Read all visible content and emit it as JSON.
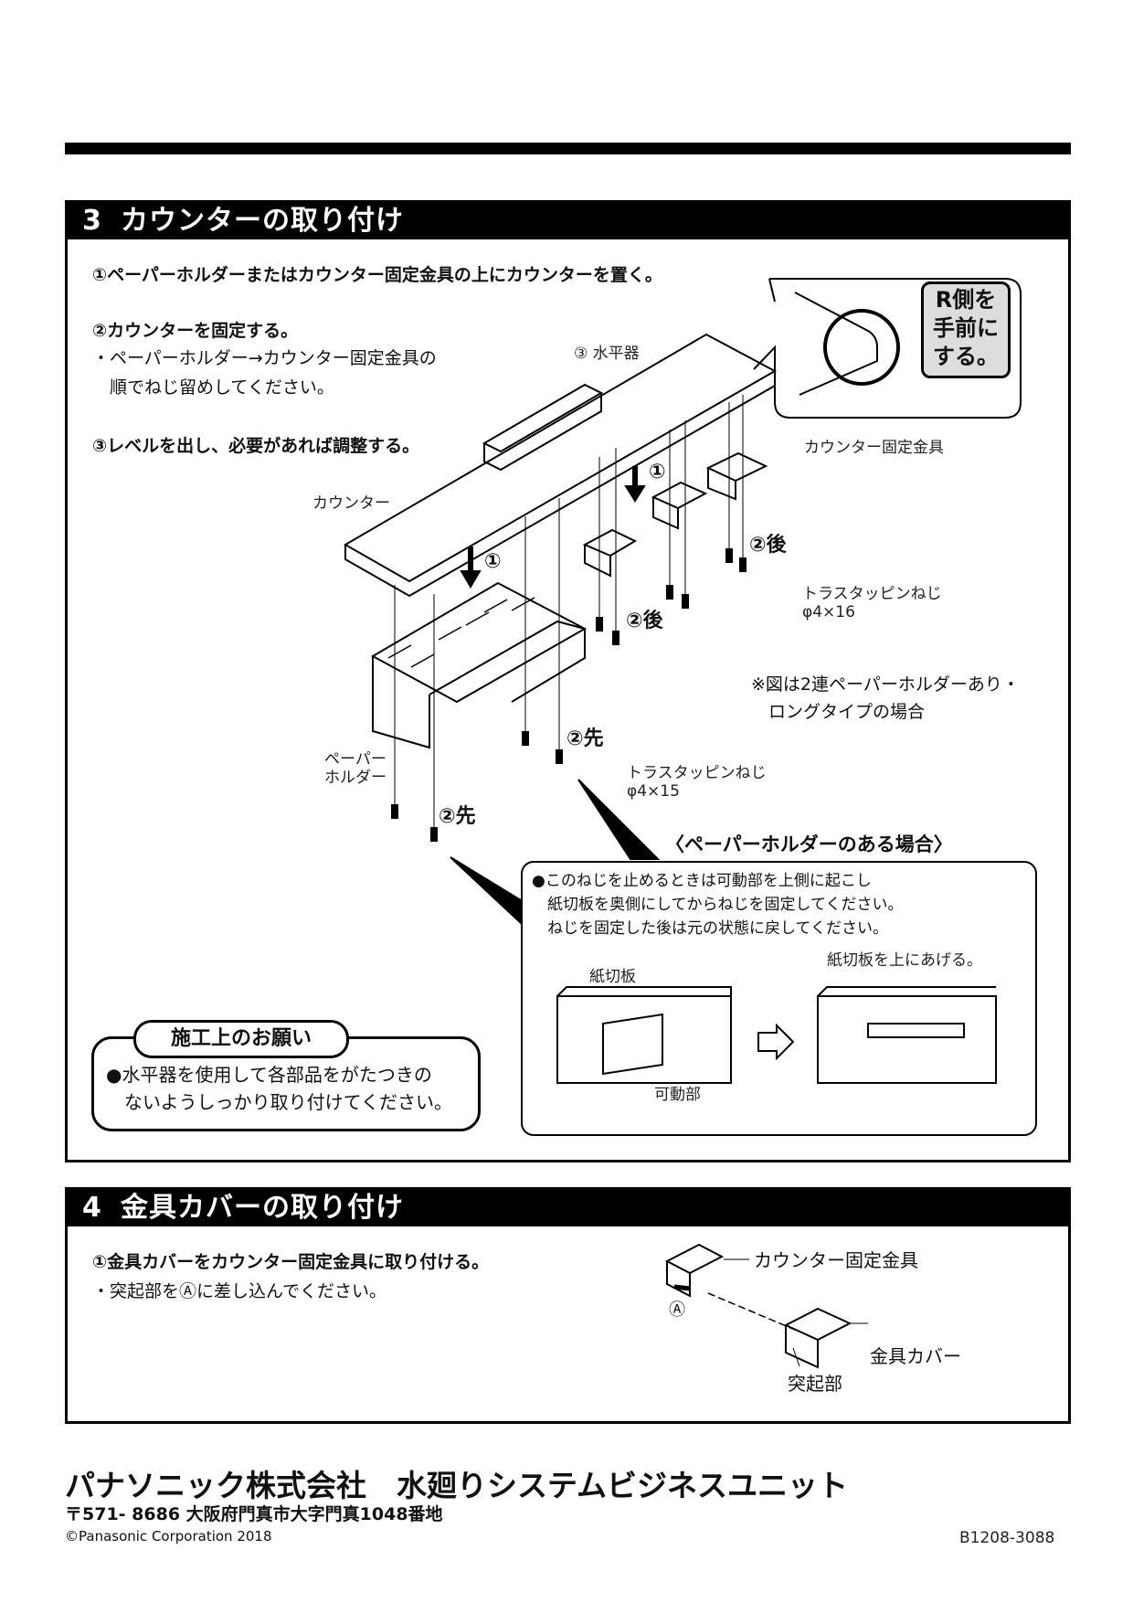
{
  "section3": {
    "number": "3",
    "title": "カウンターの取り付け",
    "step1": "①ペーパーホルダーまたはカウンター固定金具の上にカウンターを置く。",
    "step2": "②カウンターを固定する。",
    "step2_note_line1": "・ペーパーホルダー→カウンター固定金具の",
    "step2_note_line2": "　順でねじ留めしてください。",
    "step3": "③レベルを出し、必要があれば調整する。",
    "labels": {
      "level": "③ 水平器",
      "counter": "カウンター",
      "bracket": "カウンター固定金具",
      "paper_holder_1": "ペーパー",
      "paper_holder_2": "ホルダー",
      "screw_a_1": "トラスタッピンねじ",
      "screw_a_2": "φ4×16",
      "screw_b_1": "トラスタッピンねじ",
      "screw_b_2": "φ4×15",
      "arrow1_a": "①",
      "arrow1_b": "①",
      "after_a": "②後",
      "after_b": "②後",
      "first_a": "②先",
      "first_b": "②先",
      "figure_note_1": "※図は2連ペーパーホルダーあり・",
      "figure_note_2": "　ロングタイプの場合"
    },
    "r_tag": [
      "R側を",
      "手前に",
      "する。"
    ],
    "with_holder_title": "〈ペーパーホルダーのある場合〉",
    "with_holder_text_1": "●このねじを止めるときは可動部を上側に起こし",
    "with_holder_text_2": "　紙切板を奥側にしてからねじを固定してください。",
    "with_holder_text_3": "　ねじを固定した後は元の状態に戻してください。",
    "cutter_label": "紙切板",
    "movable_label": "可動部",
    "raise_label": "紙切板を上にあげる。",
    "caution_title": "施工上のお願い",
    "caution_line1": "●水平器を使用して各部品をがたつきの",
    "caution_line2": "　ないようしっかり取り付けてください。"
  },
  "section4": {
    "number": "4",
    "title": "金具カバーの取り付け",
    "step1": "①金具カバーをカウンター固定金具に取り付ける。",
    "note": "・突起部をⒶに差し込んでください。",
    "labels": {
      "bracket": "カウンター固定金具",
      "cover": "金具カバー",
      "protrusion": "突起部",
      "a_mark": "Ⓐ"
    }
  },
  "footer": {
    "company": "パナソニック株式会社　水廻りシステムビジネスユニット",
    "address": "〒571- 8686 大阪府門真市大字門真1048番地",
    "copyright": "©Panasonic Corporation 2018",
    "doc_code": "B1208-3088"
  }
}
